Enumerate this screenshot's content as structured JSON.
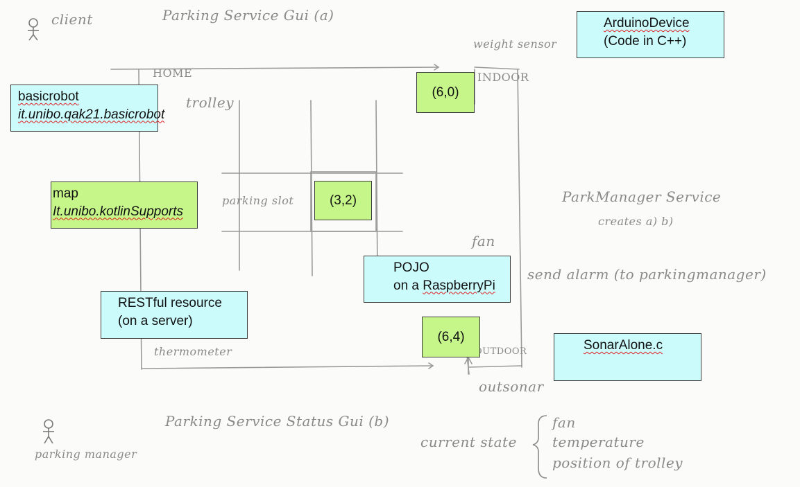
{
  "handwritten": {
    "client_label": "client",
    "gui_a_title": "Parking Service Gui (a)",
    "weight_sensor": "weight sensor",
    "home": "HOME",
    "indoor": "INDOOR",
    "trolley": "trolley",
    "parking_slot": "parking slot",
    "park_manager_service": "ParkManager Service",
    "creates": "creates a) b)",
    "fan": "fan",
    "send_alarm": "send alarm (to parkingmanager)",
    "thermometer": "thermometer",
    "outdoor": "OUTDOOR",
    "outsonar": "outsonar",
    "gui_b_title": "Parking Service Status Gui (b)",
    "current_state": "current state",
    "state_fan": "fan",
    "state_temperature": "temperature",
    "state_position": "position of trolley",
    "parking_manager_label": "parking manager"
  },
  "boxes": {
    "arduino": {
      "line1": "ArduinoDevice",
      "line2": "(Code in C++)"
    },
    "basicrobot": {
      "line1": "basicrobot",
      "line2": "it.unibo.qak21.basicrobot"
    },
    "map": {
      "line1": "map",
      "line2": "It.unibo.kotlinSupports"
    },
    "pojo": {
      "line1": "POJO",
      "line2_prefix": "on a ",
      "line2_word": "RaspberryPi"
    },
    "restful": {
      "line1": "RESTful resource",
      "line2": "(on a server)"
    },
    "sonar": {
      "line1": "SonarAlone.c"
    },
    "cell_6_0": "(6,0)",
    "cell_3_2": "(3,2)",
    "cell_6_4": "(6,4)"
  },
  "colors": {
    "cyan_box": "#ccfbfc",
    "green_box": "#c6f58a",
    "pencil": "#8a8a8a"
  }
}
